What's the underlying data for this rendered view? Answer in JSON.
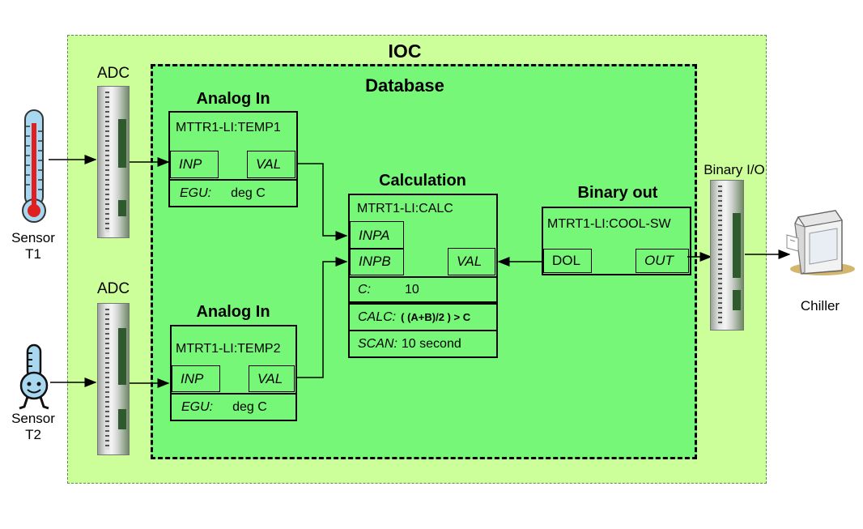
{
  "ioc": {
    "title": "IOC"
  },
  "database": {
    "title": "Database"
  },
  "hardware": {
    "adc1_label": "ADC",
    "adc2_label": "ADC",
    "binary_io_label": "Binary I/O",
    "sensor1_label_line1": "Sensor",
    "sensor1_label_line2": "T1",
    "sensor2_label_line1": "Sensor",
    "sensor2_label_line2": "T2",
    "chiller_label": "Chiller"
  },
  "analog_in_1": {
    "title": "Analog In",
    "record": "MTTR1-LI:TEMP1",
    "inp": "INP",
    "val": "VAL",
    "egu_key": "EGU:",
    "egu_value": "deg C"
  },
  "analog_in_2": {
    "title": "Analog In",
    "record": "MTRT1-LI:TEMP2",
    "inp": "INP",
    "val": "VAL",
    "egu_key": "EGU:",
    "egu_value": "deg C"
  },
  "calculation": {
    "title": "Calculation",
    "record": "MTRT1-LI:CALC",
    "inpa": "INPA",
    "inpb": "INPB",
    "val": "VAL",
    "c_key": "C:",
    "c_value": "10",
    "calc_key": "CALC:",
    "calc_value": "( (A+B)/2 ) > C",
    "scan_key": "SCAN:",
    "scan_value": "10 second"
  },
  "binary_out": {
    "title": "Binary out",
    "record": "MTRT1-LI:COOL-SW",
    "dol": "DOL",
    "out": "OUT"
  },
  "colors": {
    "ioc_fill": "#ccff99",
    "database_fill": "#77f777",
    "thermometer_red": "#e02020",
    "thermometer_blue": "#a8d8f0"
  }
}
